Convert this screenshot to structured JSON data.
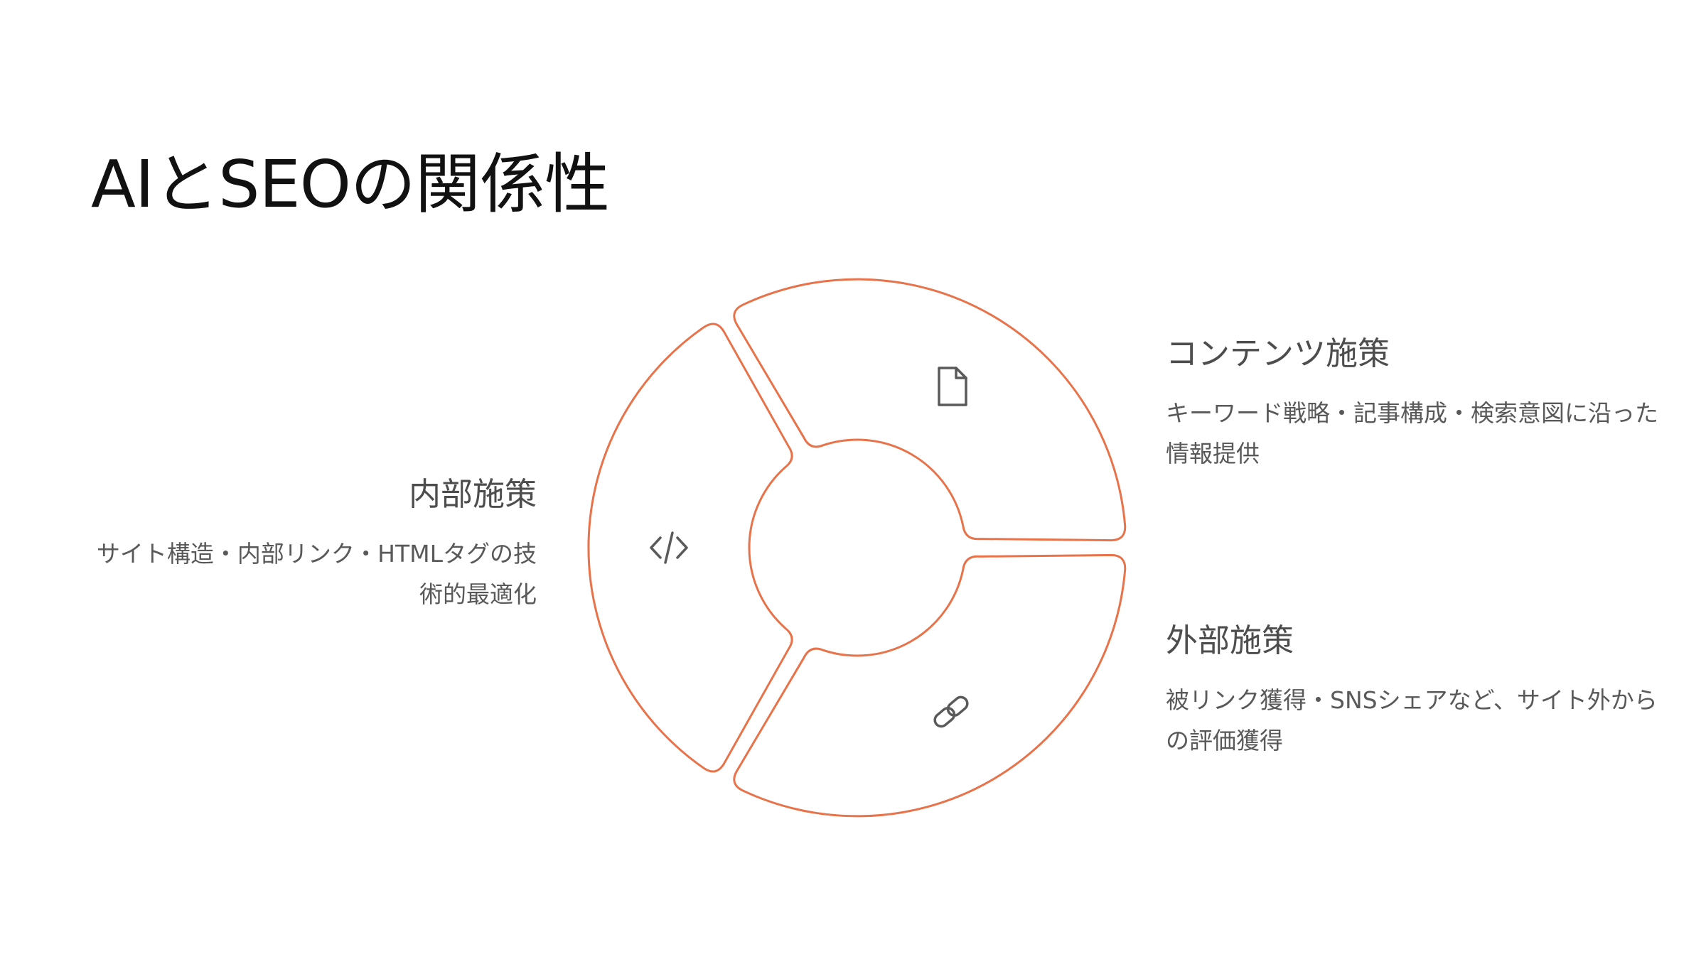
{
  "title": "AIとSEOの関係性",
  "accent_color": "#e8734a",
  "diagram": {
    "type": "segmented-ring",
    "segments": [
      {
        "id": "content",
        "icon": "document-icon",
        "heading": "コンテンツ施策",
        "description": "キーワード戦略・記事構成・検索意図に沿った情報提供"
      },
      {
        "id": "external",
        "icon": "link-icon",
        "heading": "外部施策",
        "description": "被リンク獲得・SNSシェアなど、サイト外からの評価獲得"
      },
      {
        "id": "internal",
        "icon": "code-icon",
        "heading": "内部施策",
        "description": "サイト構造・内部リンク・HTMLタグの技術的最適化"
      }
    ]
  }
}
